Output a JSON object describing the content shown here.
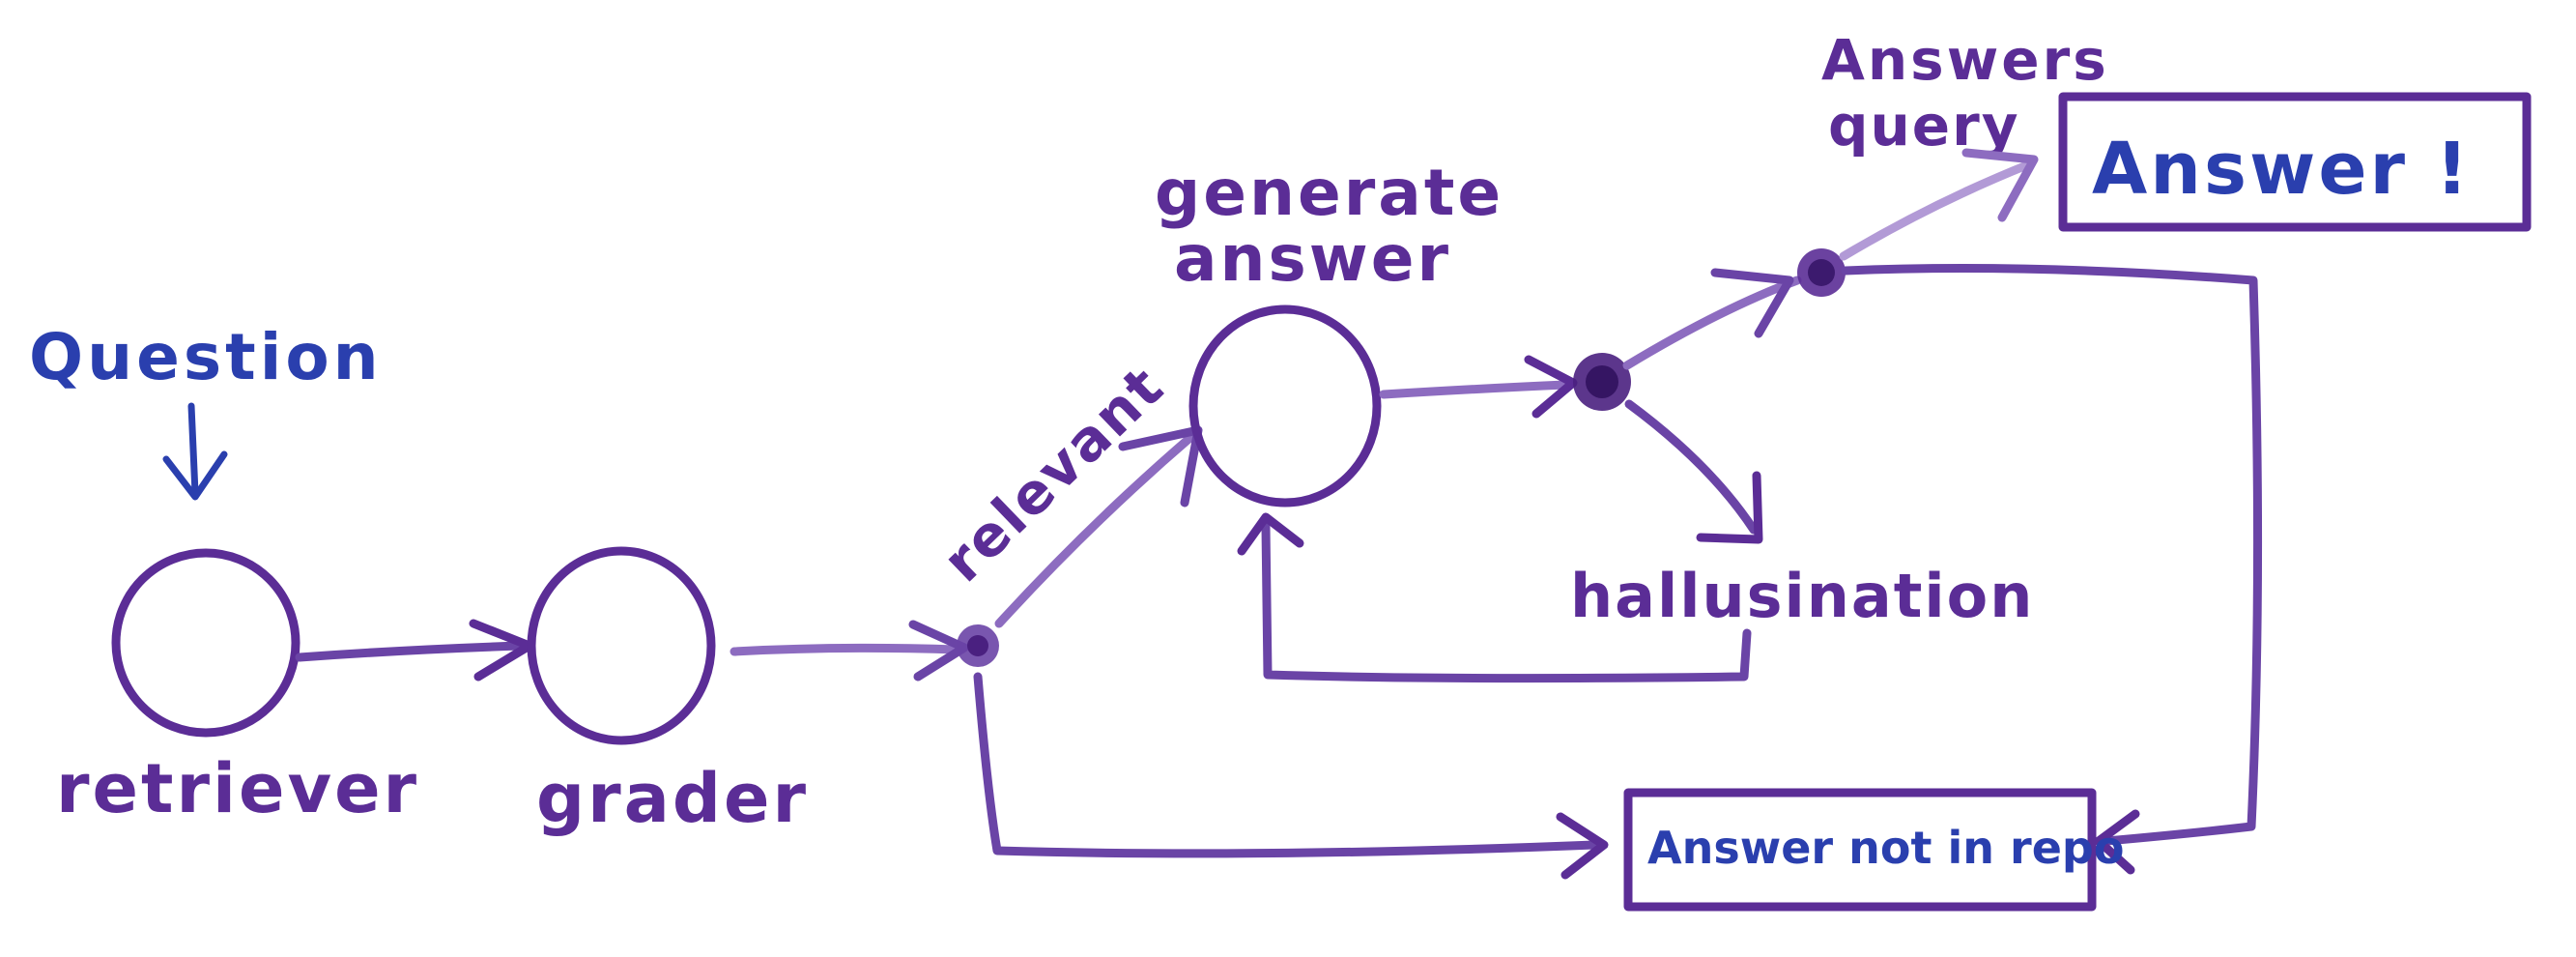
{
  "colors": {
    "purple": "#5b2d96",
    "purple_light": "#8d6cc0",
    "blue": "#2a3fae",
    "background": "#ffffff"
  },
  "labels": {
    "question": "Question",
    "retriever": "retriever",
    "grader": "grader",
    "relevant": "relevant",
    "generate_answer_line1": "generate",
    "generate_answer_line2": "answer",
    "answers_query_line1": "Answers",
    "answers_query_line2": "query",
    "hallucination": "hallusination",
    "answer_box": "Answer !",
    "not_in_repo_box": "Answer not in repo"
  },
  "icons": {
    "question_arrow": "arrow-down-icon"
  }
}
